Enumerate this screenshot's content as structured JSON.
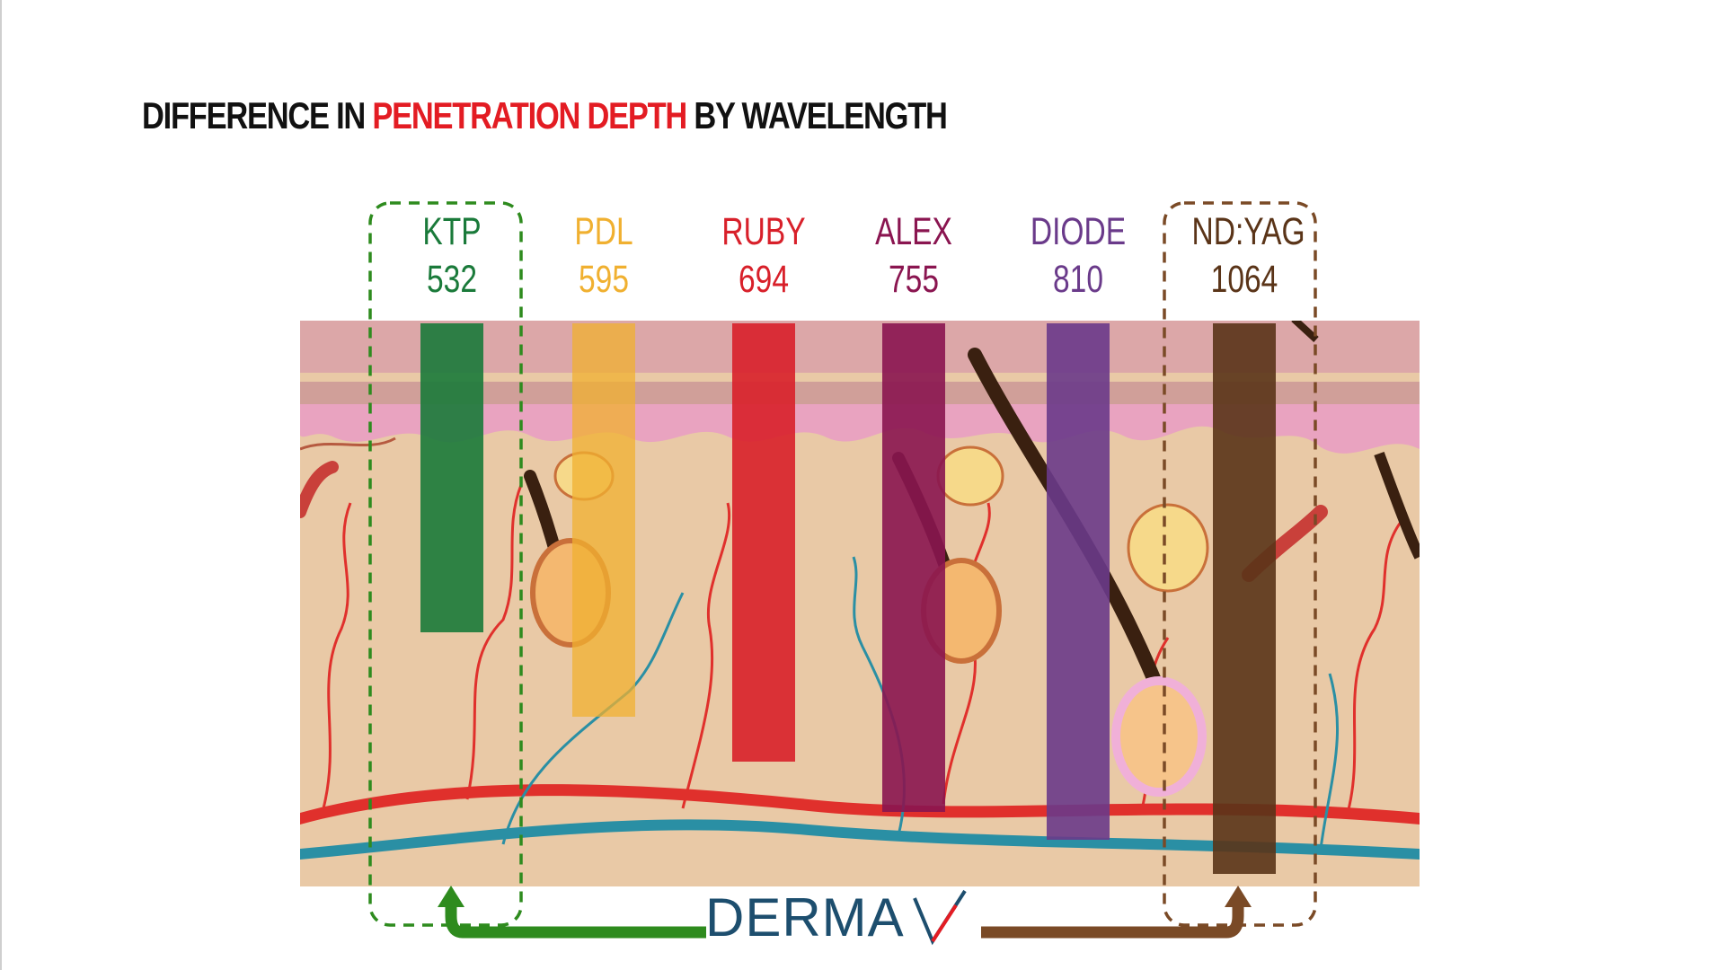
{
  "title": {
    "part1": "DIFFERENCE IN ",
    "highlight": "PENETRATION DEPTH",
    "part2": " BY WAVELENGTH"
  },
  "colors": {
    "title_text": "#111111",
    "title_highlight": "#e31c23",
    "skin": "#e9c9a6",
    "epidermis": "#e9a3c0",
    "brand_text": "#1d4e6e",
    "green_arrow": "#2e8b1e",
    "brown_arrow": "#7a4a26"
  },
  "lasers": [
    {
      "name": "KTP",
      "wavelength": "532",
      "color": "#1a7a3a",
      "depth": 0.55,
      "highlighted": true
    },
    {
      "name": "PDL",
      "wavelength": "595",
      "color": "#f0b030",
      "depth": 0.7,
      "highlighted": false
    },
    {
      "name": "RUBY",
      "wavelength": "694",
      "color": "#d8202a",
      "depth": 0.78,
      "highlighted": false
    },
    {
      "name": "ALEX",
      "wavelength": "755",
      "color": "#8a1550",
      "depth": 0.87,
      "highlighted": false
    },
    {
      "name": "DIODE",
      "wavelength": "810",
      "color": "#6a3a8a",
      "depth": 0.92,
      "highlighted": false
    },
    {
      "name": "ND:YAG",
      "wavelength": "1064",
      "color": "#5a3418",
      "depth": 0.98,
      "highlighted": true
    }
  ],
  "brand": {
    "name": "DERMA",
    "mark_icon": "checkmark-v-icon"
  }
}
